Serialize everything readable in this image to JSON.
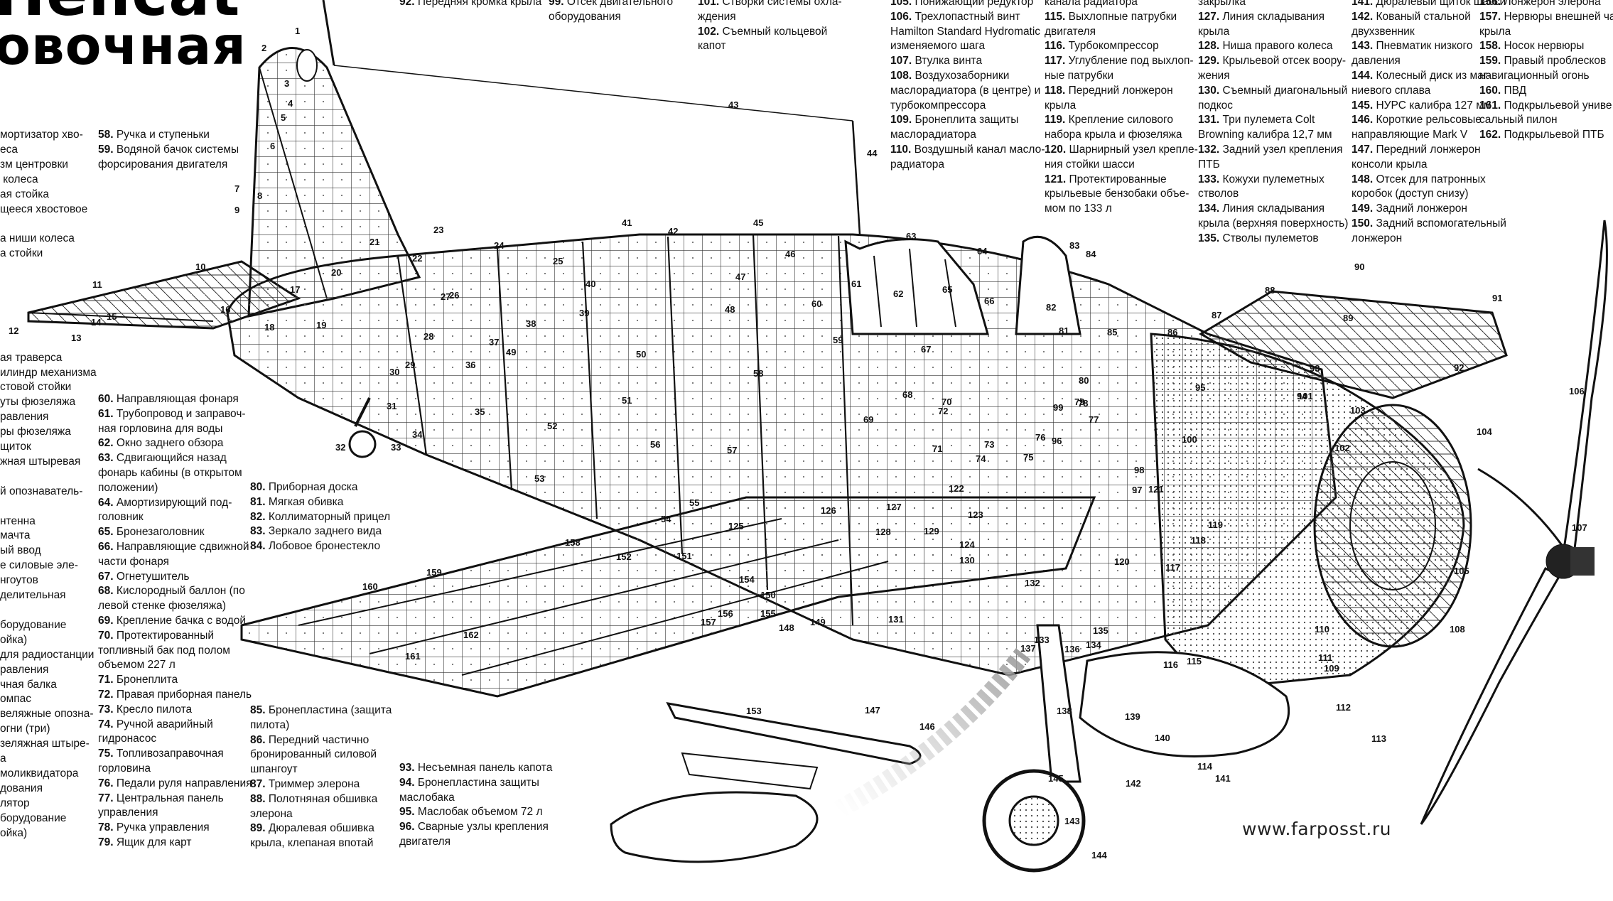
{
  "title": {
    "line1": "Hellcat",
    "line2": "овочная"
  },
  "legend_columns": [
    {
      "id": "c1",
      "items": [
        "мортизатор хво-",
        "еса",
        "зм центровки",
        " колеса",
        "ая стойка",
        "щееся хвостовое",
        "",
        "а ниши колеса",
        "а стойки",
        "",
        "",
        "",
        "",
        "",
        "",
        "ая траверса",
        "илиндр механизма",
        "стовой стойки",
        "уты фюзеляжа",
        "равления",
        "ры фюзеляжа",
        "щиток",
        "жная штыревая",
        "",
        "й опознаватель-",
        "",
        "нтенна",
        "мачта",
        "ый ввод",
        "е силовые эле-",
        "нгоутов",
        "делительная",
        "",
        "борудование",
        "ойка)",
        "для радиостанции",
        "равления",
        "чная балка",
        "омпас",
        "веляжные опозна-",
        "огни (три)",
        "зеляжная штыре-",
        "а",
        "моликвидатора",
        "дования",
        "лятор",
        "борудование",
        "ойка)"
      ]
    },
    {
      "id": "c2a",
      "items": [
        {
          "n": "58.",
          "t": "Ручка и ступеньки"
        },
        {
          "n": "59.",
          "t": "Водяной бачок системы\nфорсирования двигателя"
        }
      ]
    },
    {
      "id": "c2b",
      "items": [
        {
          "n": "60.",
          "t": "Направляющая фонаря"
        },
        {
          "n": "61.",
          "t": "Трубопровод и заправоч-\nная горловина для воды"
        },
        {
          "n": "62.",
          "t": "Окно заднего обзора"
        },
        {
          "n": "63.",
          "t": "Сдвигающийся назад\nфонарь кабины (в открытом\nположении)"
        },
        {
          "n": "64.",
          "t": "Амортизирующий под-\nголовник"
        },
        {
          "n": "65.",
          "t": "Бронезаголовник"
        },
        {
          "n": "66.",
          "t": "Направляющие сдвижной\nчасти фонаря"
        },
        {
          "n": "67.",
          "t": "Огнетушитель"
        },
        {
          "n": "68.",
          "t": "Кислородный баллон (по\nлевой стенке фюзеляжа)"
        },
        {
          "n": "69.",
          "t": "Крепление бачка с водой"
        },
        {
          "n": "70.",
          "t": "Протектированный\nтопливный бак под полом\nобъемом 227 л"
        },
        {
          "n": "71.",
          "t": "Бронеплита"
        },
        {
          "n": "72.",
          "t": "Правая приборная панель"
        },
        {
          "n": "73.",
          "t": "Кресло пилота"
        },
        {
          "n": "74.",
          "t": "Ручной аварийный\nгидронасос"
        },
        {
          "n": "75.",
          "t": "Топливозаправочная\nгорловина"
        },
        {
          "n": "76.",
          "t": "Педали руля направления"
        },
        {
          "n": "77.",
          "t": "Центральная панель\nуправления"
        },
        {
          "n": "78.",
          "t": "Ручка управления"
        },
        {
          "n": "79.",
          "t": "Ящик для карт"
        }
      ]
    },
    {
      "id": "c3a",
      "items": [
        {
          "n": "80.",
          "t": "Приборная доска"
        },
        {
          "n": "81.",
          "t": "Мягкая обивка"
        },
        {
          "n": "82.",
          "t": "Коллиматорный прицел"
        },
        {
          "n": "83.",
          "t": "Зеркало заднего вида"
        },
        {
          "n": "84.",
          "t": "Лобовое бронестекло"
        }
      ]
    },
    {
      "id": "c3b",
      "items": [
        {
          "n": "85.",
          "t": "Бронепластина (защита\nпилота)"
        },
        {
          "n": "86.",
          "t": "Передний частично\nбронированный силовой\nшпангоут"
        },
        {
          "n": "87.",
          "t": "Триммер элерона"
        },
        {
          "n": "88.",
          "t": "Полотняная обшивка\nэлерона"
        },
        {
          "n": "89.",
          "t": "Дюралевая обшивка\nкрыла, клепаная впотай"
        }
      ]
    },
    {
      "id": "c4a",
      "items": [
        {
          "n": "92.",
          "t": "Передняя кромка крыла"
        }
      ]
    },
    {
      "id": "c4b",
      "items": [
        {
          "n": "93.",
          "t": "Несъемная панель капота"
        },
        {
          "n": "94.",
          "t": "Бронепластина защиты\nмаслобака"
        },
        {
          "n": "95.",
          "t": "Маслобак объемом 72 л"
        },
        {
          "n": "96.",
          "t": "Сварные узлы крепления\nдвигателя"
        }
      ]
    },
    {
      "id": "c5",
      "items": [
        {
          "n": "99.",
          "t": "Отсек двигательного\nоборудования"
        }
      ]
    },
    {
      "id": "c6",
      "items": [
        {
          "n": "101.",
          "t": "Створки системы охла-\nждения"
        },
        {
          "n": "102.",
          "t": "Съемный кольцевой\nкапот"
        }
      ]
    },
    {
      "id": "c7",
      "items": [
        {
          "n": "105.",
          "t": "Понижающий редуктор"
        },
        {
          "n": "106.",
          "t": "Трехлопастный винт\nHamilton Standard Hydromatic\nизменяемого шага"
        },
        {
          "n": "107.",
          "t": "Втулка винта"
        },
        {
          "n": "108.",
          "t": "Воздухозаборники\nмаслорадиатора (в центре) и\nтурбокомпрессора"
        },
        {
          "n": "109.",
          "t": "Бронеплита защиты\nмаслорадиатора"
        },
        {
          "n": "110.",
          "t": "Воздушный канал масло-\nрадиатора"
        }
      ]
    },
    {
      "id": "c8",
      "items": [
        {
          "n": "",
          "t": "канала радиатора"
        },
        {
          "n": "115.",
          "t": "Выхлопные патрубки\nдвигателя"
        },
        {
          "n": "116.",
          "t": "Турбокомпрессор"
        },
        {
          "n": "117.",
          "t": "Углубление под выхлоп-\nные патрубки"
        },
        {
          "n": "118.",
          "t": "Передний лонжерон\nкрыла"
        },
        {
          "n": "119.",
          "t": "Крепление силового\nнабора крыла и фюзеляжа"
        },
        {
          "n": "120.",
          "t": "Шарнирный узел крепле-\nния стойки шасси"
        },
        {
          "n": "121.",
          "t": "Протектированные\nкрыльевые бензобаки объе-\nмом по 133 л"
        }
      ]
    },
    {
      "id": "c9",
      "items": [
        {
          "n": "",
          "t": "закрылка"
        },
        {
          "n": "127.",
          "t": "Линия складывания\nкрыла"
        },
        {
          "n": "128.",
          "t": "Ниша правого колеса"
        },
        {
          "n": "129.",
          "t": "Крыльевой отсек воору-\nжения"
        },
        {
          "n": "130.",
          "t": "Съемный диагональный\nподкос"
        },
        {
          "n": "131.",
          "t": "Три пулемета Colt\nBrowning калибра 12,7 мм"
        },
        {
          "n": "132.",
          "t": "Задний узел крепления\nПТБ"
        },
        {
          "n": "133.",
          "t": "Кожухи пулеметных\nстволов"
        },
        {
          "n": "134.",
          "t": "Линия складывания\nкрыла (верхняя поверхность)"
        },
        {
          "n": "135.",
          "t": "Стволы пулеметов"
        }
      ]
    },
    {
      "id": "c10",
      "items": [
        {
          "n": "141.",
          "t": "Дюралевый щиток шасси"
        },
        {
          "n": "142.",
          "t": "Кованый стальной\nдвухзвенник"
        },
        {
          "n": "143.",
          "t": "Пневматик низкого\nдавления"
        },
        {
          "n": "144.",
          "t": "Колесный диск из маг-\nниевого сплава"
        },
        {
          "n": "145.",
          "t": "НУРС калибра 127 мм"
        },
        {
          "n": "146.",
          "t": "Короткие рельсовые\nнаправляющие Mark V"
        },
        {
          "n": "147.",
          "t": "Передний лонжерон\nконсоли крыла"
        },
        {
          "n": "148.",
          "t": "Отсек для патронных\nкоробок (доступ снизу)"
        },
        {
          "n": "149.",
          "t": "Задний лонжерон"
        },
        {
          "n": "150.",
          "t": "Задний вспомогательный\nлонжерон"
        }
      ]
    },
    {
      "id": "c11",
      "items": [
        {
          "n": "156.",
          "t": "Лонжерон элерона"
        },
        {
          "n": "157.",
          "t": "Нервюры внешней ча"
        },
        {
          "n": "",
          "t": "крыла"
        },
        {
          "n": "158.",
          "t": "Носок нервюры"
        },
        {
          "n": "159.",
          "t": "Правый проблесков"
        },
        {
          "n": "",
          "t": "навигационный огонь"
        },
        {
          "n": "160.",
          "t": "ПВД"
        },
        {
          "n": "161.",
          "t": "Подкрыльевой униве"
        },
        {
          "n": "",
          "t": "сальный пилон"
        },
        {
          "n": "162.",
          "t": "Подкрыльевой ПТБ"
        }
      ]
    }
  ],
  "callouts": [
    "1",
    "2",
    "3",
    "4",
    "5",
    "6",
    "7",
    "8",
    "9",
    "10",
    "11",
    "12",
    "13",
    "14",
    "15",
    "16",
    "17",
    "18",
    "19",
    "20",
    "21",
    "22",
    "23",
    "24",
    "25",
    "26",
    "27",
    "28",
    "29",
    "30",
    "31",
    "32",
    "33",
    "34",
    "35",
    "36",
    "37",
    "38",
    "39",
    "40",
    "41",
    "42",
    "43",
    "44",
    "45",
    "46",
    "47",
    "48",
    "49",
    "50",
    "51",
    "52",
    "53",
    "54",
    "55",
    "56",
    "57",
    "58",
    "59",
    "60",
    "61",
    "62",
    "63",
    "64",
    "65",
    "66",
    "67",
    "68",
    "69",
    "70",
    "71",
    "72",
    "73",
    "74",
    "75",
    "76",
    "77",
    "78",
    "79",
    "80",
    "81",
    "82",
    "83",
    "84",
    "85",
    "86",
    "87",
    "88",
    "89",
    "90",
    "91",
    "92",
    "93",
    "94",
    "95",
    "96",
    "97",
    "98",
    "99",
    "100",
    "101",
    "102",
    "103",
    "104",
    "105",
    "106",
    "107",
    "108",
    "109",
    "110",
    "111",
    "112",
    "113",
    "114",
    "115",
    "116",
    "117",
    "118",
    "119",
    "120",
    "121",
    "122",
    "123",
    "124",
    "125",
    "126",
    "127",
    "128",
    "129",
    "130",
    "131",
    "132",
    "133",
    "134",
    "135",
    "136",
    "137",
    "138",
    "139",
    "140",
    "141",
    "142",
    "143",
    "144",
    "145",
    "146",
    "147",
    "148",
    "149",
    "150",
    "151",
    "152",
    "153",
    "154",
    "155",
    "156",
    "157",
    "158",
    "159",
    "160",
    "161",
    "162"
  ],
  "watermark": "www.farposst.ru"
}
